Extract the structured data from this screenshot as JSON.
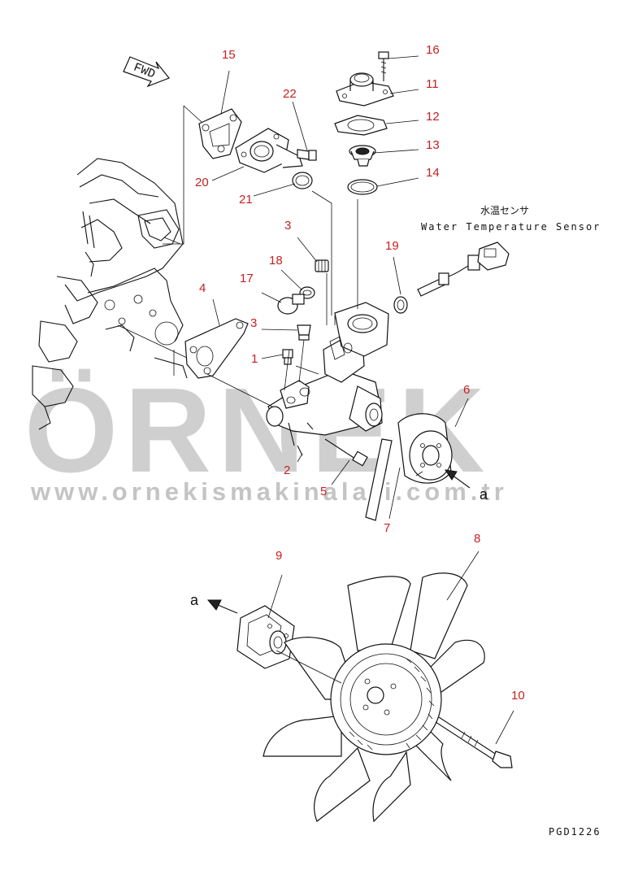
{
  "diagram": {
    "fwd_label": "FWD",
    "sensor_label_jp": "水温センサ",
    "sensor_label_en": "Water Temperature Sensor",
    "view_arrow_label": "a",
    "drawing_code": "PGD1226",
    "callouts": [
      "1",
      "2",
      "3",
      "3",
      "4",
      "5",
      "6",
      "7",
      "8",
      "9",
      "10",
      "11",
      "12",
      "13",
      "14",
      "15",
      "16",
      "17",
      "18",
      "19",
      "20",
      "21",
      "22"
    ]
  },
  "watermark": {
    "brand": "ÖRNEK",
    "url": "www.ornekismakinalari.com.tr"
  }
}
